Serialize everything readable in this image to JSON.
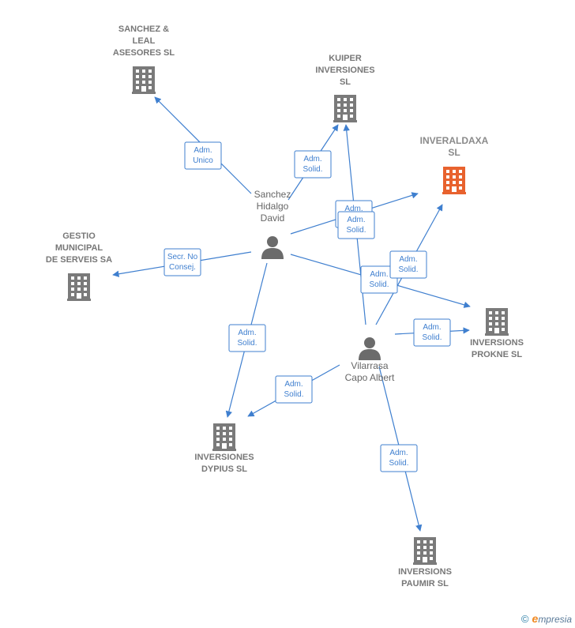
{
  "colors": {
    "edge": "#3f7fcf",
    "company": "#7a7a7a",
    "main_company": "#e8622e",
    "person": "#6b6b6b"
  },
  "companies": [
    {
      "id": "sanchez_leal",
      "label": [
        "SANCHEZ &",
        "LEAL",
        "ASESORES  SL"
      ],
      "main": false
    },
    {
      "id": "kuiper",
      "label": [
        "KUIPER",
        "INVERSIONES",
        "SL"
      ],
      "main": false
    },
    {
      "id": "inveraldaxa",
      "label": [
        "INVERALDAXA",
        "SL"
      ],
      "main": true
    },
    {
      "id": "gestio",
      "label": [
        "GESTIO",
        "MUNICIPAL",
        "DE SERVEIS SA"
      ],
      "main": false
    },
    {
      "id": "prokne",
      "label": [
        "INVERSIONS",
        "PROKNE  SL"
      ],
      "main": false
    },
    {
      "id": "dypius",
      "label": [
        "INVERSIONES",
        "DYPIUS  SL"
      ],
      "main": false
    },
    {
      "id": "paumir",
      "label": [
        "INVERSIONS",
        "PAUMIR  SL"
      ],
      "main": false
    }
  ],
  "persons": [
    {
      "id": "sanchez",
      "label": [
        "Sanchez",
        "Hidalgo",
        "David"
      ]
    },
    {
      "id": "vilarrasa",
      "label": [
        "Vilarrasa",
        "Capo Albert"
      ]
    }
  ],
  "edges": [
    {
      "from": "sanchez",
      "to": "sanchez_leal",
      "label": [
        "Adm.",
        "Unico"
      ]
    },
    {
      "from": "sanchez",
      "to": "kuiper",
      "label": [
        "Adm.",
        "Solid."
      ]
    },
    {
      "from": "sanchez",
      "to": "inveraldaxa",
      "label": [
        "Adm.",
        "Solid."
      ]
    },
    {
      "from": "sanchez",
      "to": "gestio",
      "label": [
        "Secr.  No",
        "Consej."
      ]
    },
    {
      "from": "sanchez",
      "to": "prokne",
      "label": [
        "Adm.",
        "Solid."
      ]
    },
    {
      "from": "sanchez",
      "to": "dypius",
      "label": [
        "Adm.",
        "Solid."
      ]
    },
    {
      "from": "vilarrasa",
      "to": "kuiper",
      "label": [
        "Adm.",
        "Solid."
      ]
    },
    {
      "from": "vilarrasa",
      "to": "inveraldaxa",
      "label": [
        "Adm.",
        "Solid."
      ]
    },
    {
      "from": "vilarrasa",
      "to": "prokne",
      "label": [
        "Adm.",
        "Solid."
      ]
    },
    {
      "from": "vilarrasa",
      "to": "dypius",
      "label": [
        "Adm.",
        "Solid."
      ]
    },
    {
      "from": "vilarrasa",
      "to": "paumir",
      "label": [
        "Adm.",
        "Solid."
      ]
    }
  ],
  "footer": {
    "copyright": "©",
    "brand_initial": "e",
    "brand_rest": "mpresia"
  }
}
